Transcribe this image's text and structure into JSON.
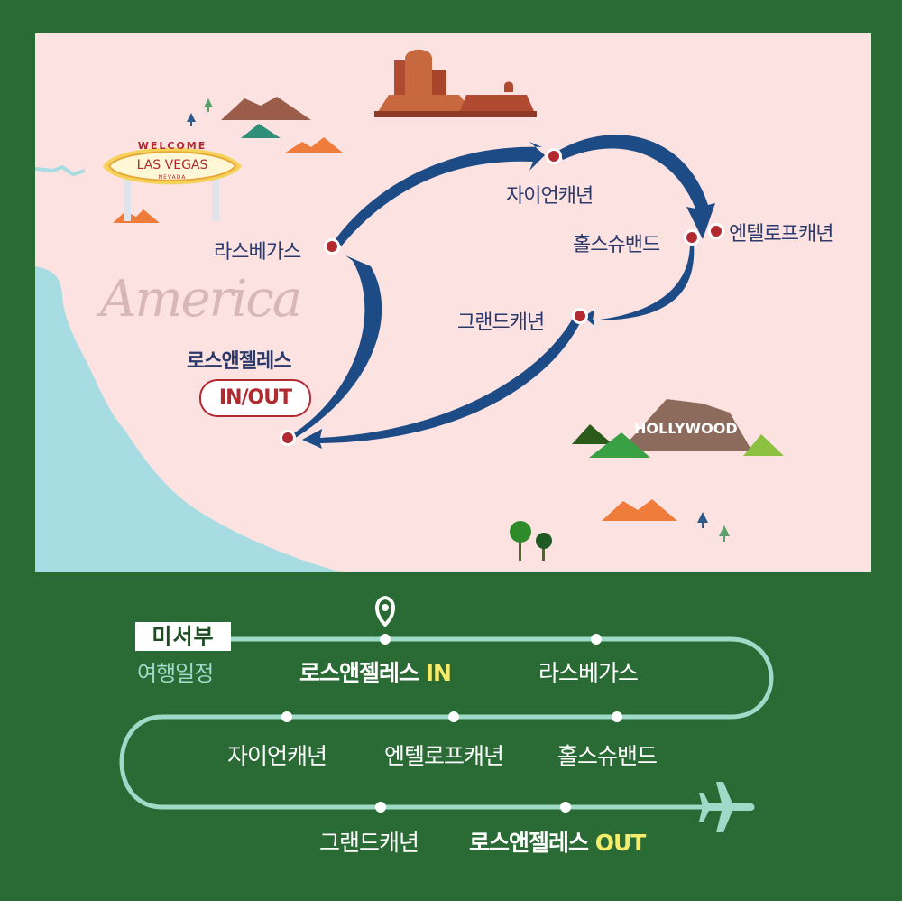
{
  "map": {
    "watermark": "America",
    "sign": {
      "top": "WELCOME",
      "middle": "LAS VEGAS",
      "bottom": "NEVADA"
    },
    "hollywood": "HOLLYWOOD",
    "labels": {
      "zion": "자이언캐년",
      "antelope": "엔텔로프캐년",
      "horseshoe": "홀스슈밴드",
      "lasvegas": "라스베가스",
      "grand": "그랜드캐년",
      "la": "로스앤젤레스",
      "inout": "IN/OUT"
    },
    "colors": {
      "arrow": "#1d4b86",
      "dot": "#b02a30",
      "sea": "#a8dce3"
    }
  },
  "itinerary": {
    "title": "미서부",
    "subtitle": "여행일정",
    "stops": {
      "la_in": {
        "name": "로스앤젤레스",
        "tag": "IN"
      },
      "lasvegas": "라스베가스",
      "zion": "자이언캐년",
      "antelope": "엔텔로프캐년",
      "horseshoe": "홀스슈밴드",
      "grand": "그랜드캐년",
      "la_out": {
        "name": "로스앤젤레스",
        "tag": "OUT"
      }
    },
    "colors": {
      "route": "#9fd9c8",
      "highlight": "#f4ec6a"
    }
  }
}
